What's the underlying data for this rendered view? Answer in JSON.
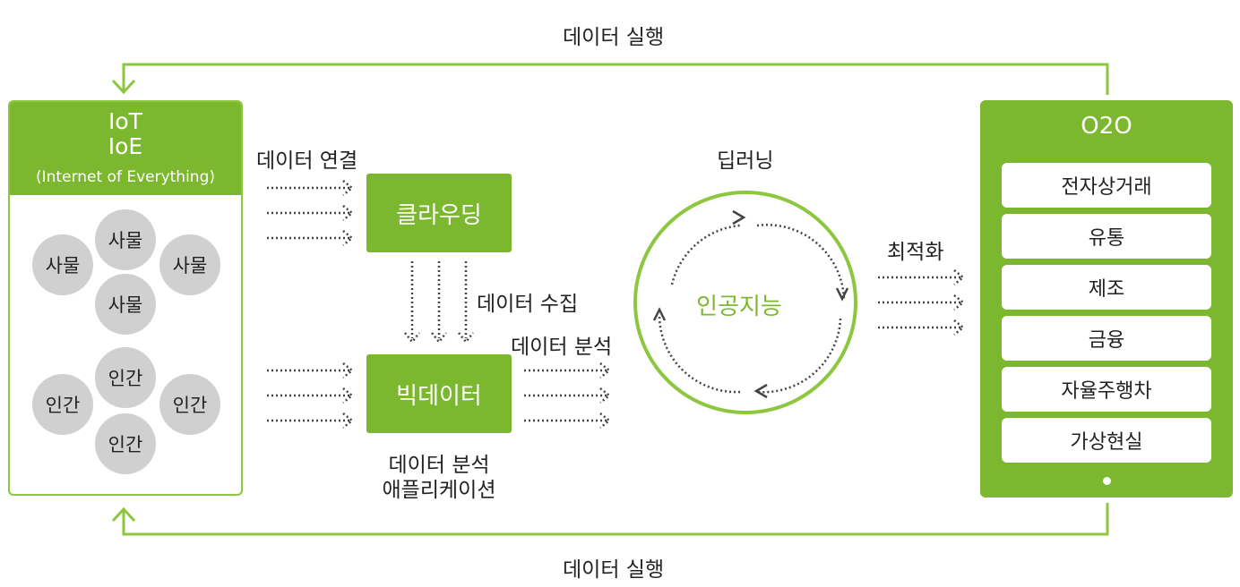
{
  "labels": {
    "top_execution": "데이터 실행",
    "bottom_execution": "데이터 실행",
    "data_connection": "데이터 연결",
    "data_collection": "데이터 수집",
    "data_analysis_right": "데이터 분석",
    "data_analysis_app_line1": "데이터 분석",
    "data_analysis_app_line2": "애플리케이션",
    "deep_learning": "딥러닝",
    "optimization": "최적화"
  },
  "left_panel": {
    "title_line1": "IoT",
    "title_line2": "IoE",
    "subtitle": "(Internet of Everything)",
    "things": [
      "사물",
      "사물",
      "사물",
      "사물"
    ],
    "humans": [
      "인간",
      "인간",
      "인간",
      "인간"
    ]
  },
  "center": {
    "cloud": "클라우딩",
    "bigdata": "빅데이터",
    "ai": "인공지능"
  },
  "right_panel": {
    "title": "O2O",
    "items": [
      "전자상거래",
      "유통",
      "제조",
      "금융",
      "자율주행차",
      "가상현실"
    ]
  },
  "colors": {
    "green": "#7cb82f",
    "green_light": "#8dc63f",
    "gray_circle": "#d0d0d0"
  }
}
